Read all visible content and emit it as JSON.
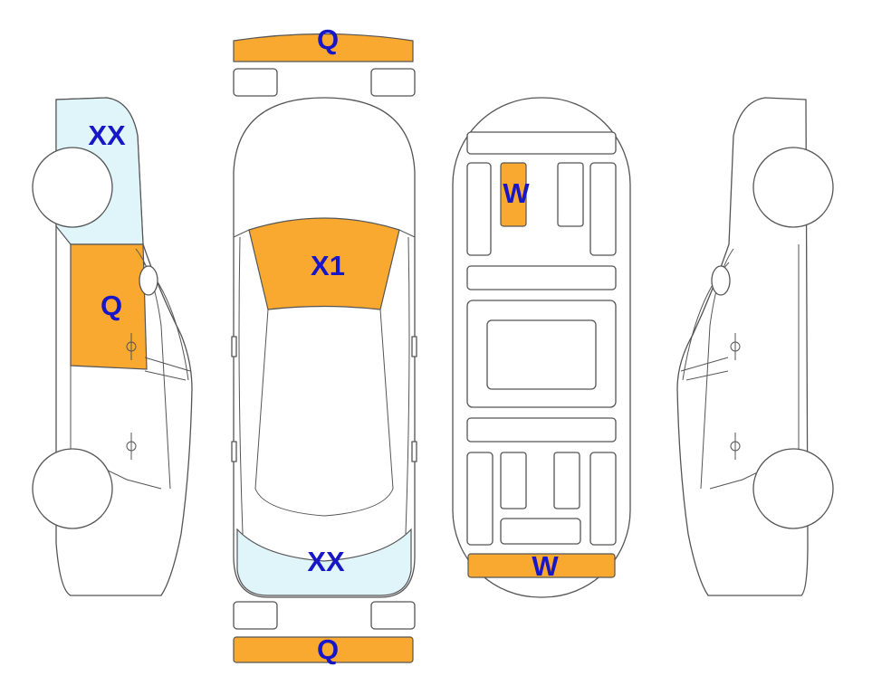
{
  "colors": {
    "marked_zone": "#F9A830",
    "light_zone": "#DFF5FA",
    "label_text": "#1717C8",
    "outline": "#555555"
  },
  "labels": {
    "front_bumper": "Q",
    "rear_bumper": "Q",
    "windshield": "X1",
    "rear_window": "XX",
    "left_front_door": "Q",
    "left_hood": "XX",
    "under_front_panel": "W",
    "under_rear_panel": "W"
  }
}
